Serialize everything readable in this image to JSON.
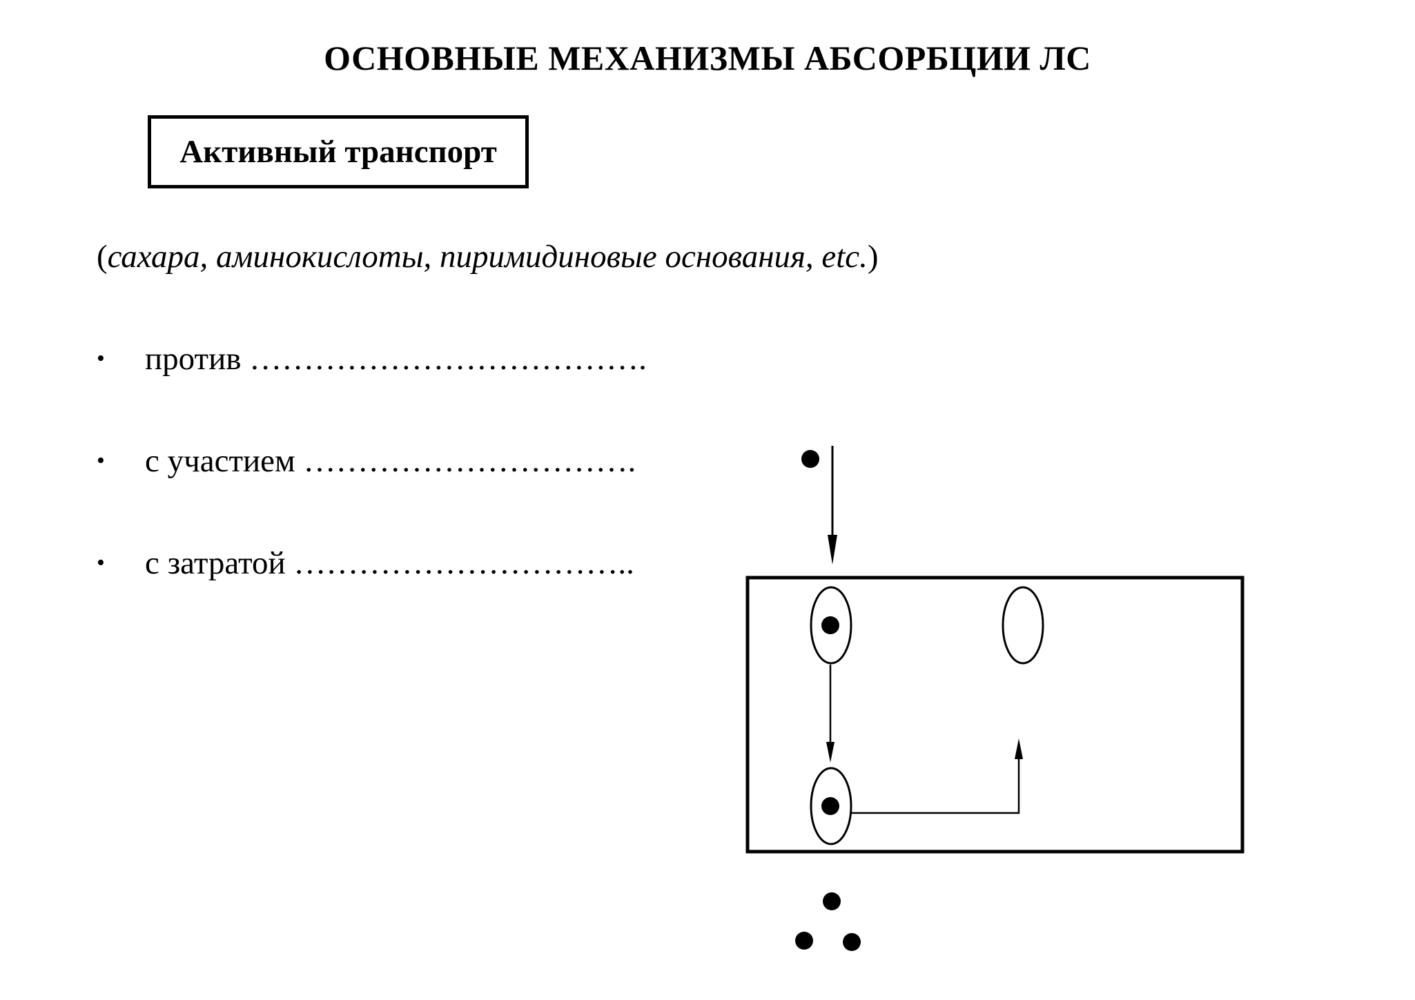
{
  "page": {
    "title": "ОСНОВНЫЕ МЕХАНИЗМЫ АБСОРБЦИИ ЛС"
  },
  "section": {
    "label": "Активный транспорт"
  },
  "examples": {
    "open_paren": "(",
    "text": "сахара, аминокислоты, пиримидиновые основания, etc.",
    "close_paren": ")"
  },
  "bullets": [
    {
      "marker": "•",
      "text": "против ………………………………."
    },
    {
      "marker": "•",
      "text": "с участием …………………………."
    },
    {
      "marker": "•",
      "text": "с затратой ………………………….."
    }
  ],
  "diagram": {
    "stroke_color": "#000000",
    "fill_color": "#000000"
  }
}
